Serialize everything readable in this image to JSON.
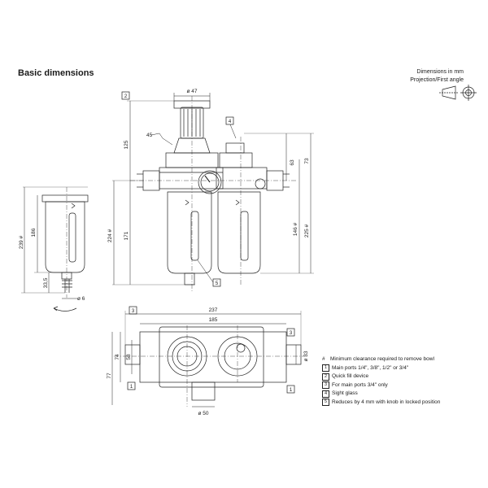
{
  "title": "Basic dimensions",
  "units": {
    "line1": "Dimensions in mm",
    "line2": "Projection/First angle"
  },
  "dims": {
    "d47": "ø 47",
    "d45": "45",
    "d125": "125",
    "d224": "224 #",
    "d171": "171",
    "d63": "63",
    "d73": "73",
    "d146": "146 #",
    "d225": "225 #",
    "d239": "239 #",
    "d186": "186",
    "d33_5": "33,5",
    "d6": "ø 6",
    "d237": "237",
    "d185": "185",
    "d74": "74",
    "d58": "58",
    "d77": "77",
    "d33": "ø 33",
    "d50": "ø 50"
  },
  "callouts": [
    "2",
    "4",
    "5",
    "3",
    "1"
  ],
  "legend": {
    "hash_symbol": "#",
    "hash_note": "Minimum clearance required to remove bowl",
    "items": [
      {
        "num": "1",
        "text": "Main ports 1/4\", 3/8\", 1/2\" or 3/4\""
      },
      {
        "num": "2",
        "text": "Quick fill device"
      },
      {
        "num": "3",
        "text": "For main ports 3/4\" only"
      },
      {
        "num": "4",
        "text": "Sight glass"
      },
      {
        "num": "5",
        "text": "Reduces by 4 mm with knob in locked position"
      }
    ]
  }
}
